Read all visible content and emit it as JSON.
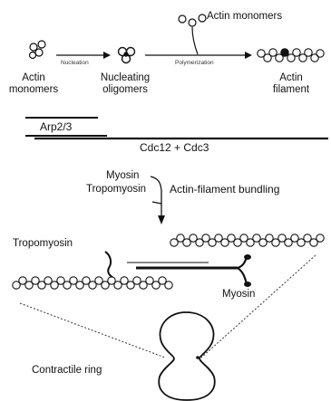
{
  "top": {
    "monomers_label": "Actin monomers",
    "left_monomers_line1": "Actin",
    "left_monomers_line2": "monomers",
    "nucleation_step": "Nucleation",
    "nucleating_oligomers_line1": "Nucleating",
    "nucleating_oligomers_line2": "oligomers",
    "polymerization_step": "Polymerization",
    "filament_line1": "Actin",
    "filament_line2": "filament"
  },
  "factors": {
    "arp": "Arp2/3",
    "cdc": "Cdc12 + Cdc3"
  },
  "bundling": {
    "myosin": "Myosin",
    "tropomyosin": "Tropomyosin",
    "label": "Actin-filament bundling"
  },
  "bottom": {
    "tropomyosin": "Tropomyosin",
    "myosin": "Myosin",
    "ring": "Contractile ring"
  }
}
